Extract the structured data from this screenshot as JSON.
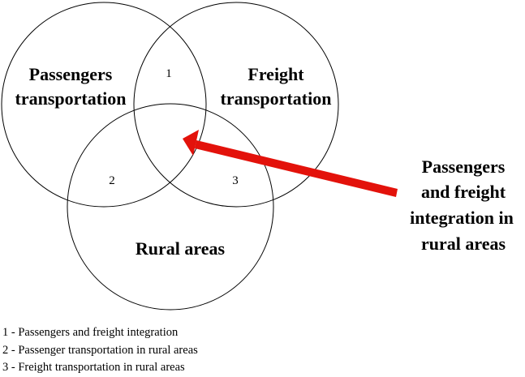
{
  "sets": [
    {
      "lines": [
        "Passengers",
        "transportation"
      ]
    },
    {
      "lines": [
        "Freight",
        "transportation"
      ]
    },
    {
      "lines": [
        "Rural areas"
      ]
    }
  ],
  "regions": [
    "1",
    "2",
    "3"
  ],
  "callout": {
    "lines": [
      "Passengers",
      "and freight",
      "integration in",
      "rural areas"
    ],
    "arrow_color": "#e3120b"
  },
  "legend": [
    "1 - Passengers and freight integration",
    "2 - Passenger transportation in rural areas",
    "3 - Freight transportation in rural areas"
  ]
}
